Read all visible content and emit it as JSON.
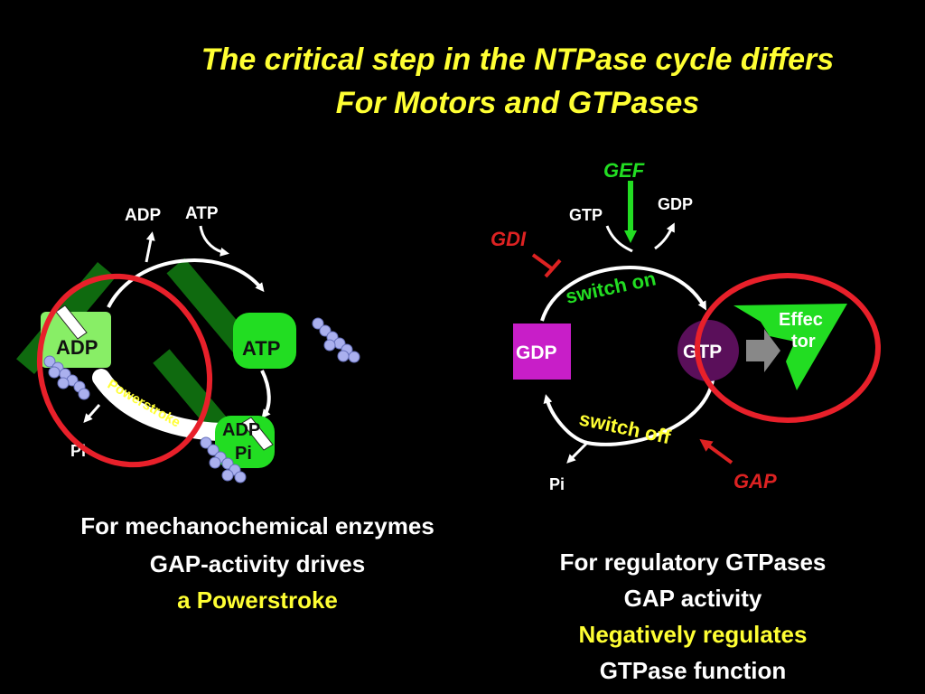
{
  "title": {
    "line1": "The critical step in the NTPase cycle differs",
    "line2": "For  Motors and GTPases"
  },
  "motor_diagram": {
    "adp_top": "ADP",
    "atp_top": "ATP",
    "state_adp": "ADP",
    "state_atp": "ATP",
    "state_adp_pi_line1": "ADP",
    "state_adp_pi_line2": "Pi",
    "pi": "Pi",
    "powerstroke": "Powerstroke"
  },
  "gtpase_diagram": {
    "gef": "GEF",
    "gtp_in": "GTP",
    "gdp_out": "GDP",
    "gdi": "GDI",
    "switch_on": "switch on",
    "switch_off": "switch off",
    "gdp_state": "GDP",
    "gtp_state": "GTP",
    "effector_line1": "Effec",
    "effector_line2": "tor",
    "pi": "Pi",
    "gap": "GAP"
  },
  "captions": {
    "left": {
      "line1": "For mechanochemical enzymes",
      "line2": "GAP-activity drives",
      "line3": "a Powerstroke"
    },
    "right": {
      "line1": "For regulatory GTPases",
      "line2": "GAP activity",
      "line3": "Negatively regulates",
      "line4": "GTPase function"
    }
  },
  "colors": {
    "title": "#ffff33",
    "highlight_ring": "#e8202a",
    "green": "#22dd22",
    "dark_green": "#0f6a0f",
    "gdp_box": "#c81ec8",
    "gtp_circle": "#5a0f5a",
    "gdi_red": "#dd2222",
    "myosin_beads": "#aab0ee"
  }
}
